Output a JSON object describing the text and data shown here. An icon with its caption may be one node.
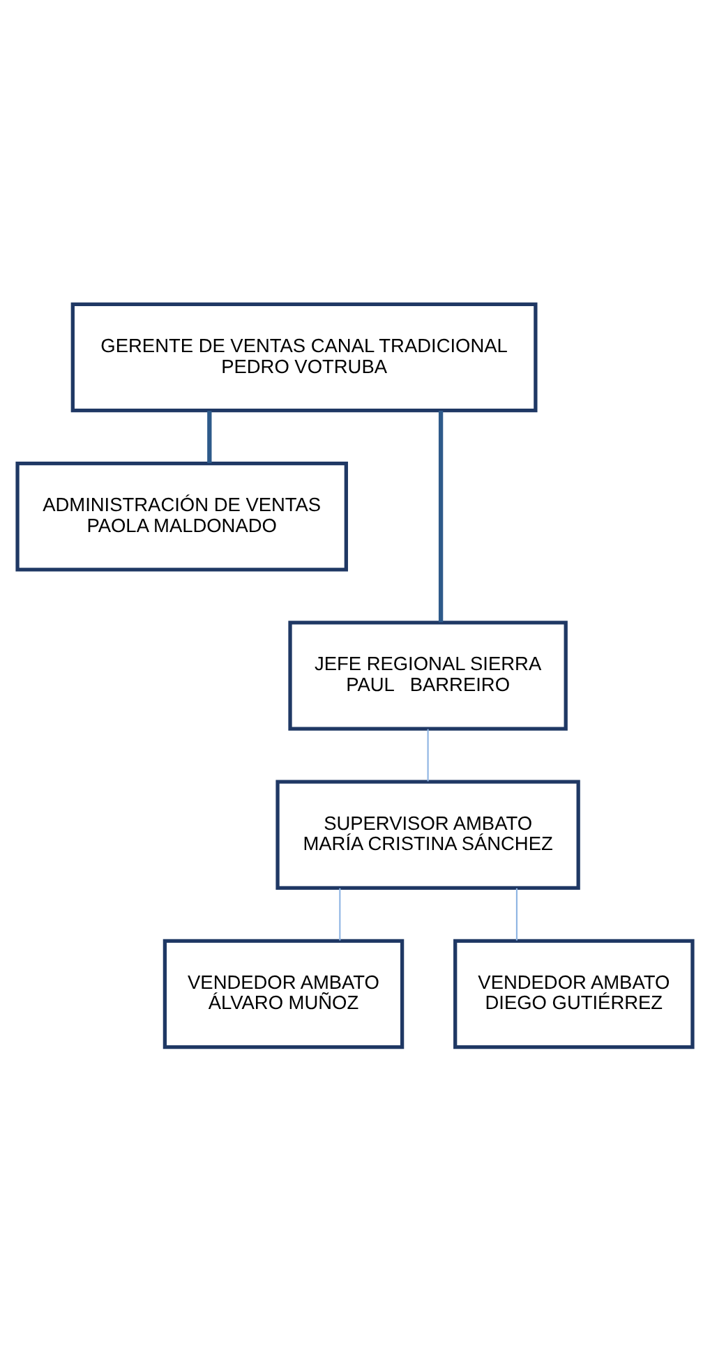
{
  "diagram": {
    "nodes": [
      {
        "text": [
          "GERENTE DE VENTAS CANAL TRADICIONAL",
          "PEDRO VOTRUBA"
        ]
      },
      {
        "text": [
          "ADMINISTRACIÓN DE VENTAS",
          "PAOLA MALDONADO"
        ]
      },
      {
        "text": [
          "JEFE REGIONAL SIERRA",
          "PAUL   BARREIRO"
        ]
      },
      {
        "text": [
          "SUPERVISOR AMBATO",
          "MARÍA CRISTINA SÁNCHEZ"
        ]
      },
      {
        "text": [
          "VENDEDOR AMBATO",
          "ÁLVARO MUÑOZ"
        ]
      },
      {
        "text": [
          "VENDEDOR AMBATO",
          "DIEGO GUTIÉRREZ"
        ]
      }
    ],
    "edges": [
      {
        "from": 0,
        "to": 1,
        "arrow": "none",
        "style": "thick",
        "color": "#2e5a8a"
      },
      {
        "from": 0,
        "to": 2,
        "arrow": "none",
        "style": "thick",
        "color": "#2e5a8a"
      },
      {
        "from": 2,
        "to": 3,
        "arrow": "none"
      },
      {
        "from": 3,
        "to": 4,
        "arrow": "none"
      },
      {
        "from": 3,
        "to": 5,
        "arrow": "none"
      }
    ]
  }
}
